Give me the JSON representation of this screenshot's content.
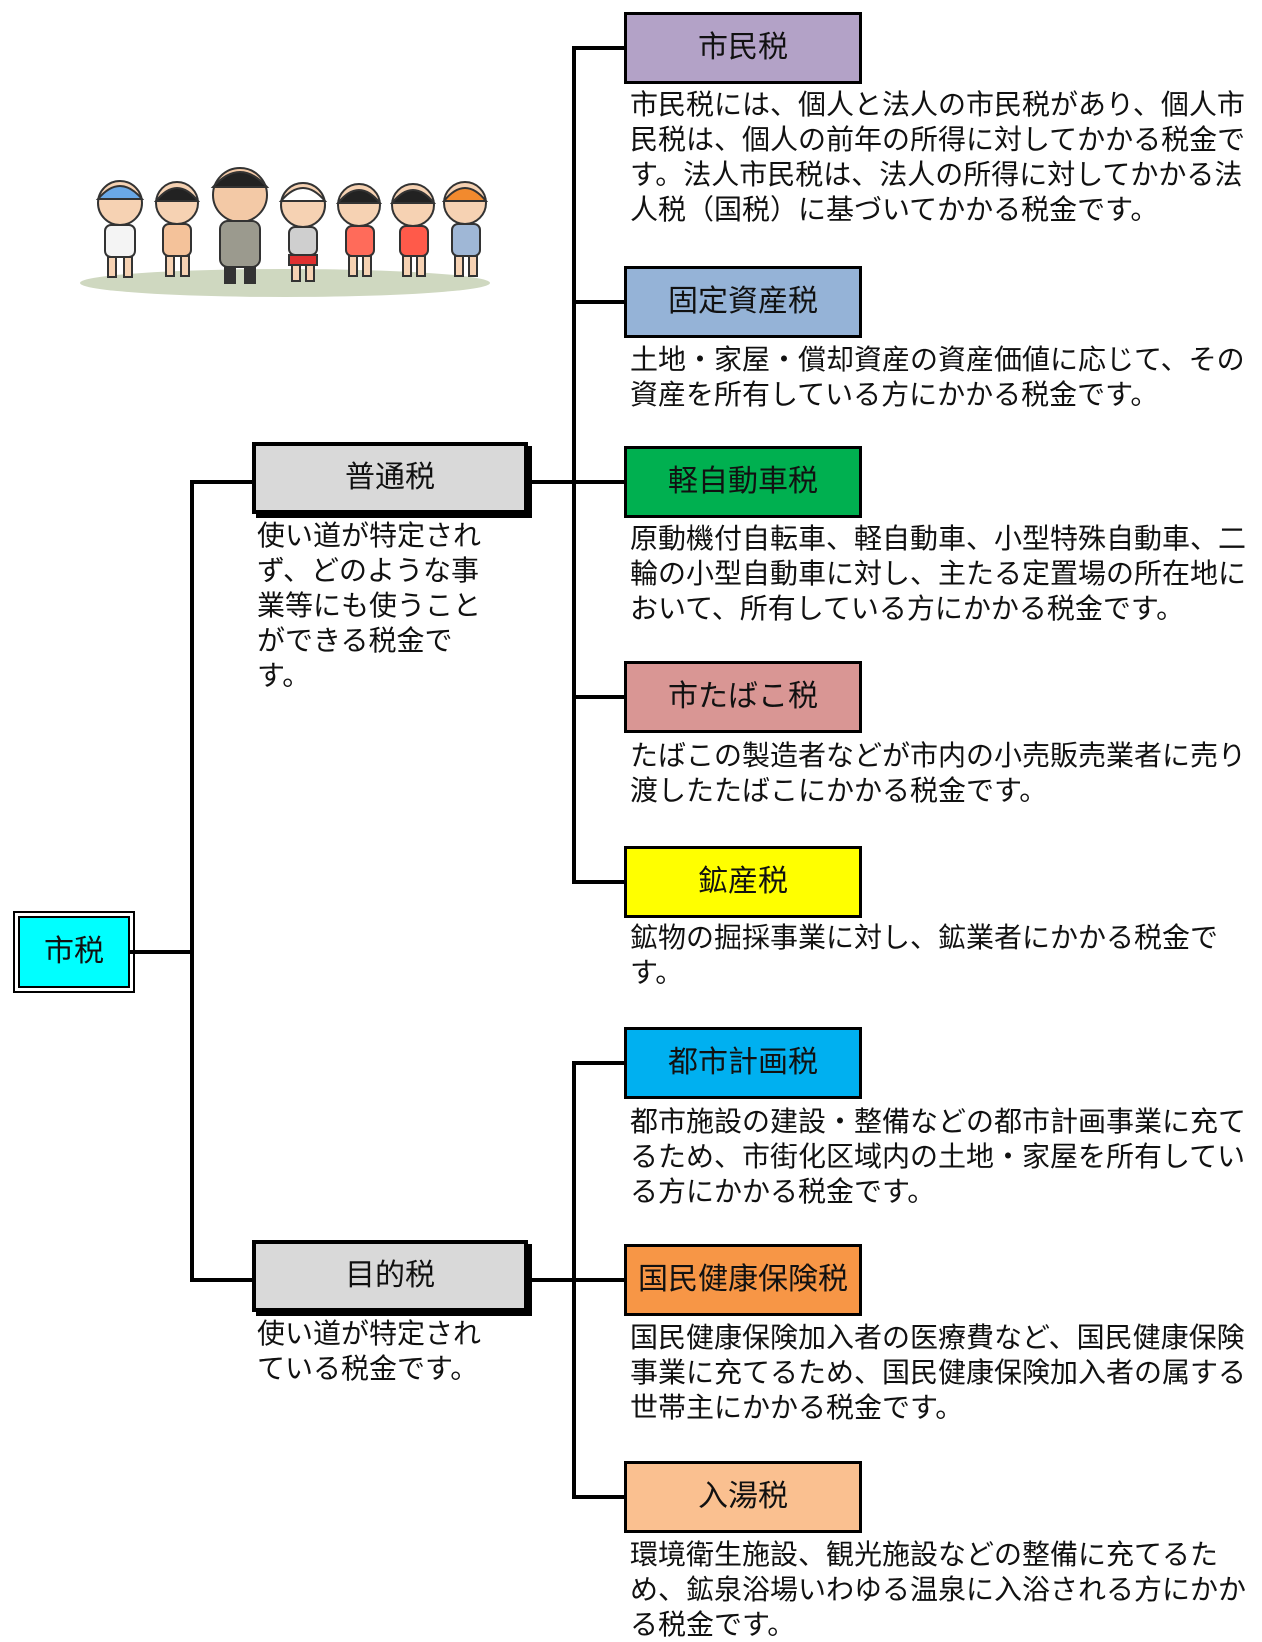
{
  "root": {
    "label": "市税",
    "color": "#00ffff"
  },
  "categories": [
    {
      "label": "普通税",
      "description": "使い道が特定されず、どのような事業等にも使うことができる税金です。",
      "taxes": [
        {
          "label": "市民税",
          "color": "#b3a2c7",
          "description": "市民税には、個人と法人の市民税があり、個人市民税は、個人の前年の所得に対してかかる税金です。法人市民税は、法人の所得に対してかかる法人税（国税）に基づいてかかる税金です。"
        },
        {
          "label": "固定資産税",
          "color": "#95b3d7",
          "description": "土地・家屋・償却資産の資産価値に応じて、その資産を所有している方にかかる税金です。"
        },
        {
          "label": "軽自動車税",
          "color": "#00b050",
          "description": "原動機付自転車、軽自動車、小型特殊自動車、二輪の小型自動車に対し、主たる定置場の所在地において、所有している方にかかる税金です。"
        },
        {
          "label": "市たばこ税",
          "color": "#d99694",
          "description": "たばこの製造者などが市内の小売販売業者に売り渡したたばこにかかる税金です。"
        },
        {
          "label": "鉱産税",
          "color": "#ffff00",
          "description": "鉱物の掘採事業に対し、鉱業者にかかる税金です。"
        }
      ]
    },
    {
      "label": "目的税",
      "description": "使い道が特定されている税金です。",
      "taxes": [
        {
          "label": "都市計画税",
          "color": "#00b0f0",
          "description": "都市施設の建設・整備などの都市計画事業に充てるため、市街化区域内の土地・家屋を所有している方にかかる税金です。"
        },
        {
          "label": "国民健康保険税",
          "color": "#f79646",
          "description": "国民健康保険加入者の医療費など、国民健康保険事業に充てるため、国民健康保険加入者の属する世帯主にかかる税金です。"
        },
        {
          "label": "入湯税",
          "color": "#fac090",
          "description": "環境衛生施設、観光施設などの整備に充てるため、鉱泉浴場いわゆる温泉に入浴される方にかかる税金です。"
        }
      ]
    }
  ],
  "illustration": {
    "icon": "children-holding-hands-illustration"
  }
}
